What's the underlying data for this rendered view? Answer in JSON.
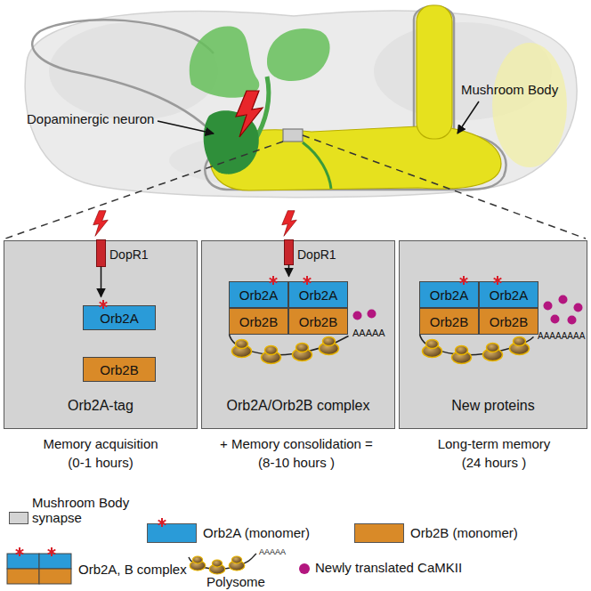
{
  "diagram": {
    "nodes": [
      {
        "text": [
          "Orb2A-tag"
        ]
      },
      {
        "text": [
          "Orb2A"
        ],
        "in": 0
      },
      {
        "text": [
          "Orb2B"
        ],
        "in": 0
      },
      {
        "text": [
          "Orb2A/Orb2B complex"
        ]
      },
      {
        "text": [
          "Orb2A"
        ],
        "in": 3
      },
      {
        "text": [
          "Orb2A"
        ],
        "in": 3
      },
      {
        "text": [
          "Orb2B"
        ],
        "in": 3
      },
      {
        "text": [
          "Orb2B"
        ],
        "in": 3
      },
      {
        "text": [
          "New proteins"
        ]
      },
      {
        "text": [
          "Orb2A"
        ],
        "in": 8
      },
      {
        "text": [
          "Orb2A"
        ],
        "in": 8
      },
      {
        "text": [
          "Orb2B"
        ],
        "in": 8
      },
      {
        "text": [
          "Orb2B"
        ],
        "in": 8
      }
    ],
    "labels": [
      "Dopaminergic neuron",
      "Mushroom Body",
      "DopR1",
      "DopR1",
      "AAAAA",
      "AAAAAAAA",
      "Memory acquisition",
      "(0-1 hours)",
      "+ Memory consolidation =",
      "(8-10 hours )",
      "Long-term memory",
      "(24 hours )",
      "AAAAA"
    ],
    "legend": [
      {
        "text": "Mushroom Body synapse",
        "color": "#d4d4d4"
      },
      {
        "text": "Orb2A (monomer)",
        "color": "#2a9bd8"
      },
      {
        "text": "Orb2B (monomer)",
        "color": "#d98a28"
      },
      {
        "text": "Orb2A, B complex"
      },
      {
        "text": "Polysome"
      },
      {
        "text": "Newly translated CaMKII",
        "color": "#b3167f"
      }
    ]
  }
}
